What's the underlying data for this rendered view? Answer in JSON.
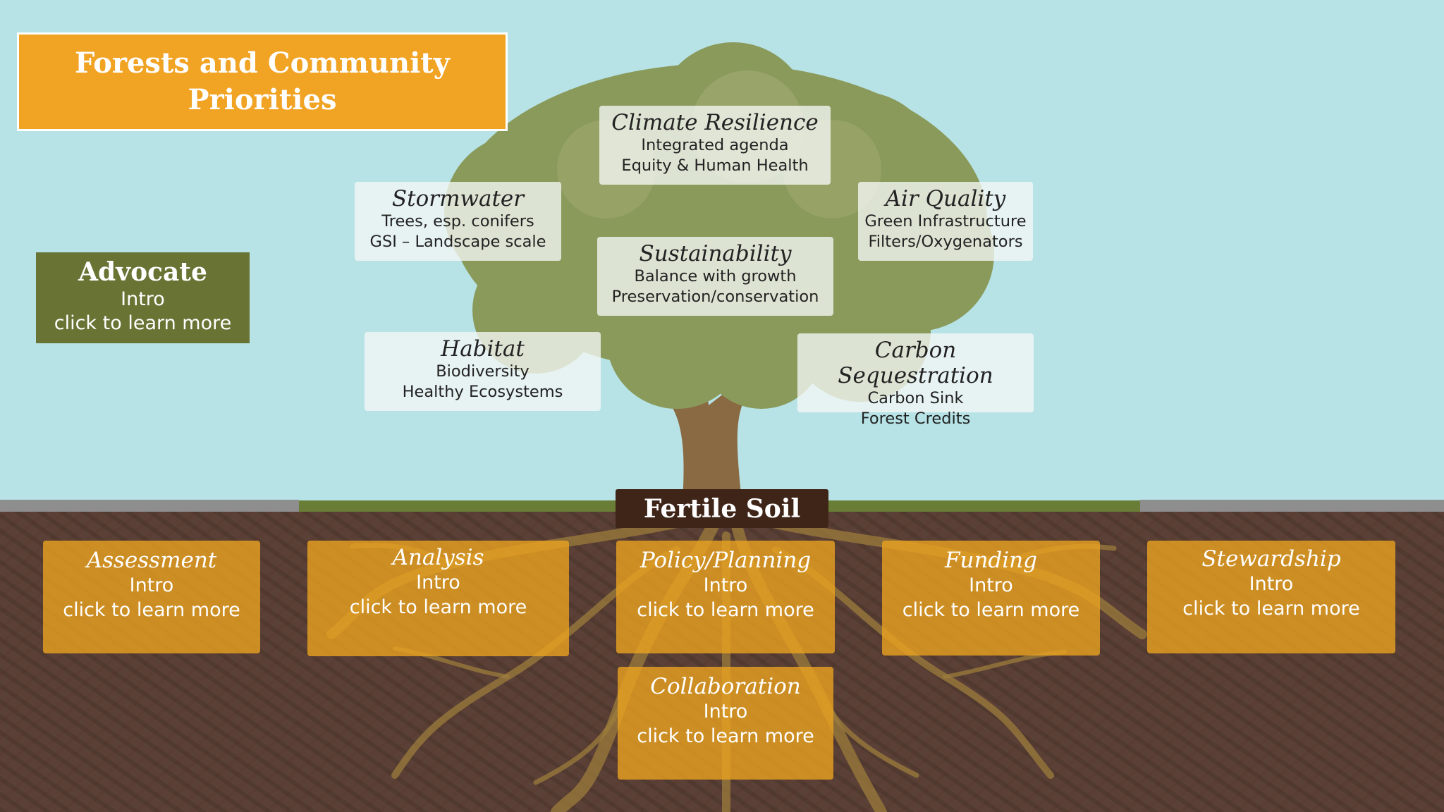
{
  "title": {
    "line1": "Forests and Community",
    "line2": "Priorities"
  },
  "colors": {
    "sky": "#b7e3e6",
    "soil": "#5a4036",
    "title_bg": "#f1a323",
    "advocate_bg": "#687334",
    "root_card": "#eaa221",
    "soil_label_bg": "#3f2418",
    "canopy": "#8a9a5b",
    "trunk": "#8a6a43"
  },
  "advocate": {
    "heading": "Advocate",
    "sub": "Intro",
    "link": "click to learn more"
  },
  "canopy_cards": {
    "climate": {
      "heading": "Climate Resilience",
      "line1": "Integrated agenda",
      "line2": "Equity & Human Health"
    },
    "stormwater": {
      "heading": "Stormwater",
      "line1": "Trees, esp. conifers",
      "line2": "GSI – Landscape scale"
    },
    "air": {
      "heading": "Air Quality",
      "line1": "Green Infrastructure",
      "line2": "Filters/Oxygenators"
    },
    "sustainability": {
      "heading": "Sustainability",
      "line1": "Balance with growth",
      "line2": "Preservation/conservation"
    },
    "habitat": {
      "heading": "Habitat",
      "line1": "Biodiversity",
      "line2": "Healthy Ecosystems"
    },
    "carbon": {
      "heading": "Carbon Sequestration",
      "line1": "Carbon Sink",
      "line2": "Forest Credits"
    }
  },
  "soil_label": "Fertile Soil",
  "root_cards": {
    "assessment": {
      "heading": "Assessment",
      "sub": "Intro",
      "link": "click to learn more"
    },
    "analysis": {
      "heading": "Analysis",
      "sub": "Intro",
      "link": "click to learn more"
    },
    "policy": {
      "heading": "Policy/Planning",
      "sub": "Intro",
      "link": "click to learn more"
    },
    "funding": {
      "heading": "Funding",
      "sub": "Intro",
      "link": "click to learn more"
    },
    "stewardship": {
      "heading": "Stewardship",
      "sub": "Intro",
      "link": "click to learn more"
    },
    "collaboration": {
      "heading": "Collaboration",
      "sub": "Intro",
      "link": "click to learn more"
    }
  }
}
